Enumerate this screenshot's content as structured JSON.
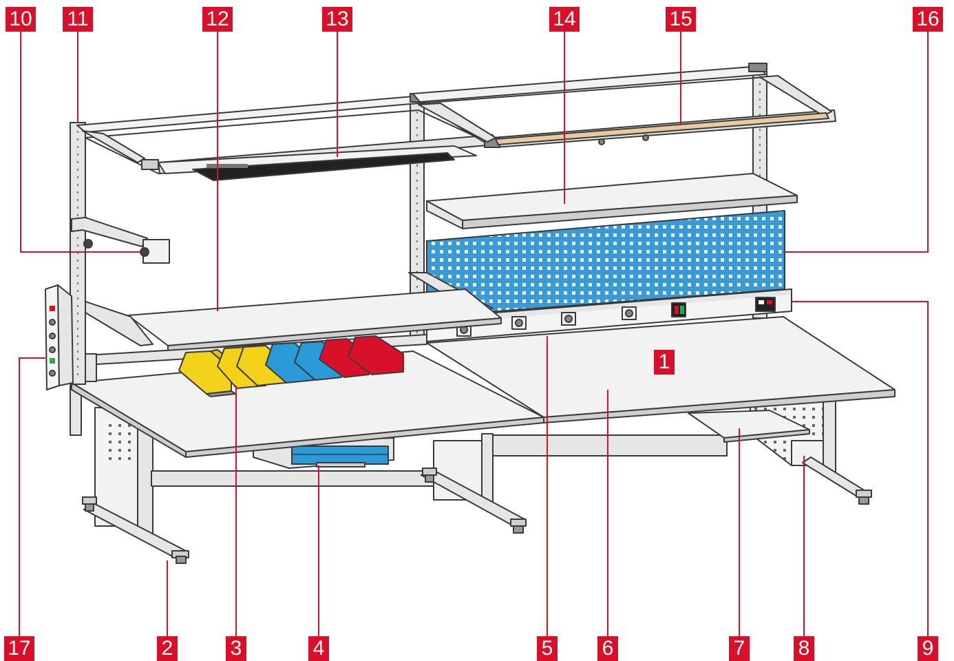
{
  "callouts": [
    {
      "id": "1",
      "label": "1"
    },
    {
      "id": "2",
      "label": "2"
    },
    {
      "id": "3",
      "label": "3"
    },
    {
      "id": "4",
      "label": "4"
    },
    {
      "id": "5",
      "label": "5"
    },
    {
      "id": "6",
      "label": "6"
    },
    {
      "id": "7",
      "label": "7"
    },
    {
      "id": "8",
      "label": "8"
    },
    {
      "id": "9",
      "label": "9"
    },
    {
      "id": "10",
      "label": "10"
    },
    {
      "id": "11",
      "label": "11"
    },
    {
      "id": "12",
      "label": "12"
    },
    {
      "id": "13",
      "label": "13"
    },
    {
      "id": "14",
      "label": "14"
    },
    {
      "id": "15",
      "label": "15"
    },
    {
      "id": "16",
      "label": "16"
    },
    {
      "id": "17",
      "label": "17"
    }
  ],
  "colors": {
    "callout": "#d8102a",
    "frame": "#e6e6e6",
    "outline": "#3a3a3a",
    "worktop": "#f2f2f2",
    "perforated_panel": "#3a9ad6",
    "bin_yellow": "#f2d21a",
    "bin_blue": "#2a9ad8",
    "bin_red": "#d8102a",
    "shelf_wood": "#e8c9a0"
  }
}
